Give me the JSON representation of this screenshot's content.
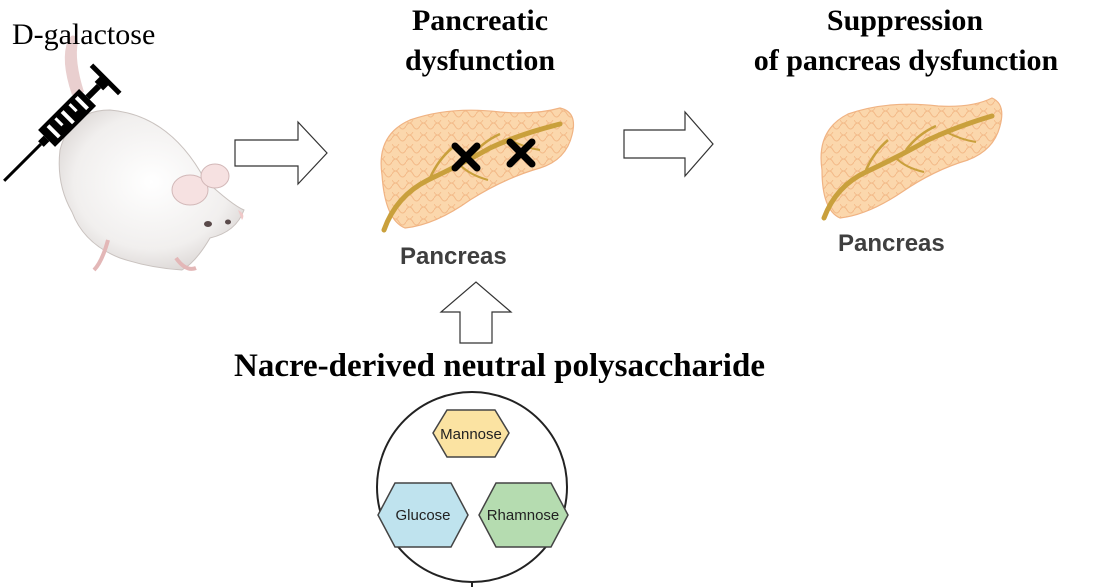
{
  "labels": {
    "injection": "D-galactose",
    "dysfunction_title_line1": "Pancreatic",
    "dysfunction_title_line2": "dysfunction",
    "suppression_title_line1": "Suppression",
    "suppression_title_line2": "of pancreas dysfunction",
    "organ_left": "Pancreas",
    "organ_right": "Pancreas",
    "treatment": "Nacre-derived neutral polysaccharide"
  },
  "monosaccharides": [
    {
      "name": "Mannose",
      "color": "#fbe3a2"
    },
    {
      "name": "Glucose",
      "color": "#bfe3ee"
    },
    {
      "name": "Rhamnose",
      "color": "#b5dcb0"
    }
  ],
  "colors": {
    "pancreas_fill": "#fbd7ac",
    "pancreas_lobule": "#f3b987",
    "duct": "#c9a03c",
    "damage_mark": "#000000",
    "arrow_stroke": "#333333"
  },
  "icons": [
    "syringe-icon",
    "mouse-icon",
    "damage-x-icon",
    "right-arrow-icon",
    "up-arrow-icon"
  ]
}
